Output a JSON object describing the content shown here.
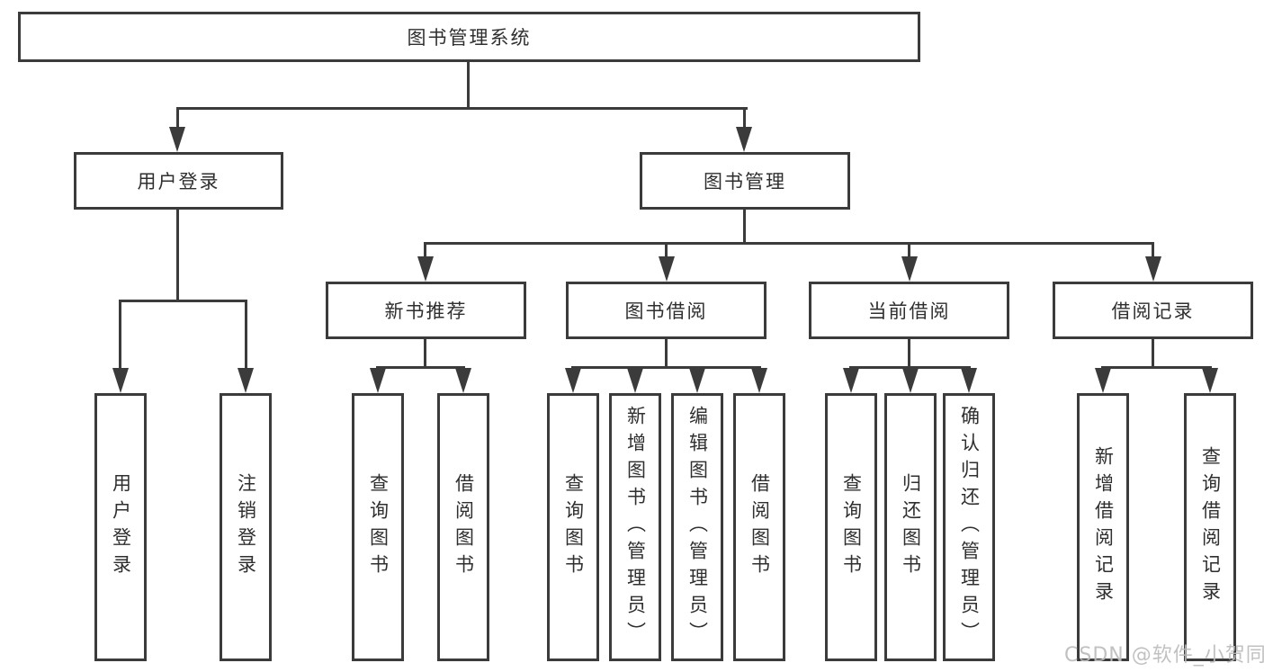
{
  "tree": {
    "root": {
      "label": "图书管理系统"
    },
    "children": [
      {
        "label": "用户登录",
        "children": [
          {
            "label": "用户登录"
          },
          {
            "label": "注销登录"
          }
        ]
      },
      {
        "label": "图书管理",
        "children": [
          {
            "label": "新书推荐",
            "children": [
              {
                "label": "查询图书"
              },
              {
                "label": "借阅图书"
              }
            ]
          },
          {
            "label": "图书借阅",
            "children": [
              {
                "label": "查询图书"
              },
              {
                "label": "新增图书（管理员）"
              },
              {
                "label": "编辑图书（管理员）"
              },
              {
                "label": "借阅图书"
              }
            ]
          },
          {
            "label": "当前借阅",
            "children": [
              {
                "label": "查询图书"
              },
              {
                "label": "归还图书"
              },
              {
                "label": "确认归还（管理员）"
              }
            ]
          },
          {
            "label": "借阅记录",
            "children": [
              {
                "label": "新增借阅记录"
              },
              {
                "label": "查询借阅记录"
              }
            ]
          }
        ]
      }
    ]
  },
  "watermark": {
    "text": "CSDN @软件_小贺同学"
  },
  "colors": {
    "line": "#3b3b3b",
    "text": "#2f2f2f",
    "background": "#ffffff",
    "watermark": "#bcbcbc"
  }
}
